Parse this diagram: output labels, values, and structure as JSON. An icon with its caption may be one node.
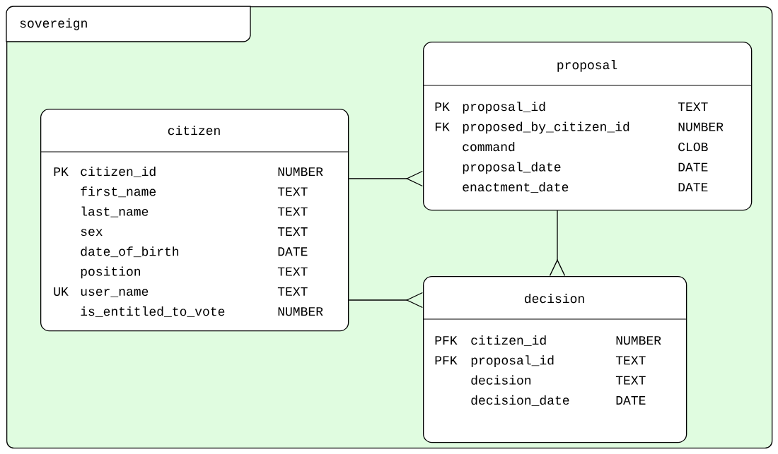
{
  "diagram": {
    "nodes": [
      {
        "text": [
          "sovereign"
        ]
      },
      {
        "text": [
          "citizen",
          "PK",
          "citizen_id",
          "NUMBER",
          "first_name",
          "TEXT",
          "last_name",
          "TEXT",
          "sex",
          "TEXT",
          "date_of_birth",
          "DATE",
          "position",
          "TEXT",
          "UK",
          "user_name",
          "TEXT",
          "is_entitled_to_vote",
          "NUMBER"
        ],
        "in": 0
      },
      {
        "text": [
          "proposal",
          "PK",
          "proposal_id",
          "TEXT",
          "FK",
          "proposed_by_citizen_id",
          "NUMBER",
          "command",
          "CLOB",
          "proposal_date",
          "DATE",
          "enactment_date",
          "DATE"
        ],
        "in": 0
      },
      {
        "text": [
          "decision",
          "PFK",
          "citizen_id",
          "NUMBER",
          "PFK",
          "proposal_id",
          "TEXT",
          "decision",
          "TEXT",
          "decision_date",
          "DATE"
        ],
        "in": 0
      }
    ],
    "edges": [
      {
        "from": 1,
        "to": 2,
        "arrow": "other"
      },
      {
        "from": 1,
        "to": 3,
        "arrow": "other"
      },
      {
        "from": 2,
        "to": 3,
        "arrow": "other"
      }
    ]
  }
}
